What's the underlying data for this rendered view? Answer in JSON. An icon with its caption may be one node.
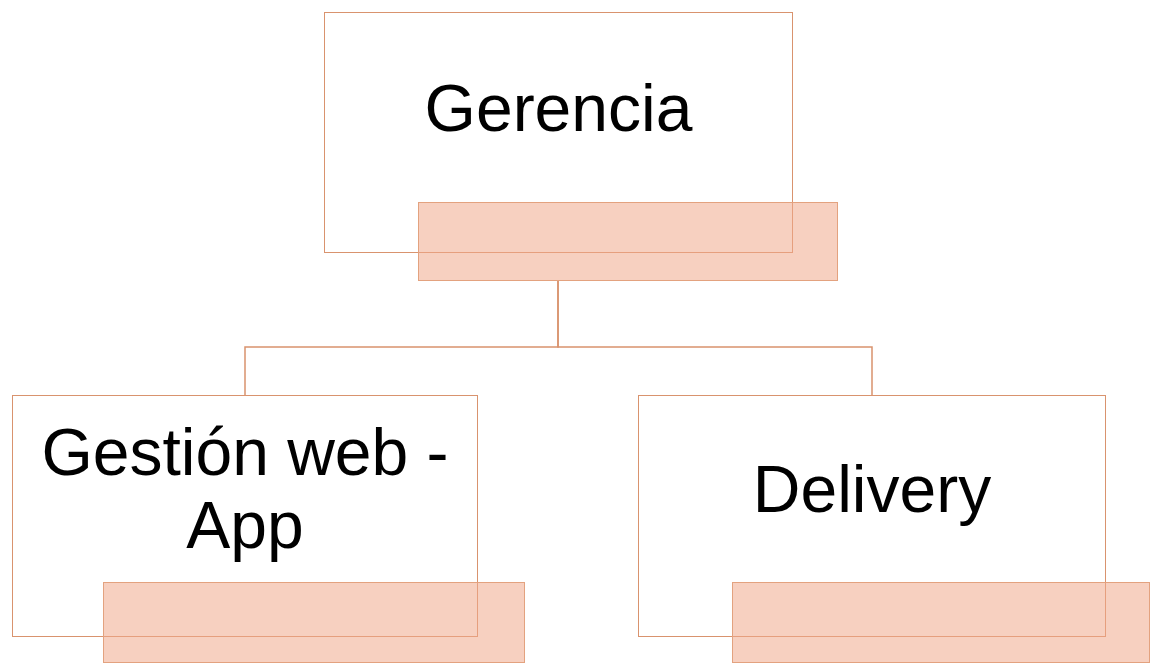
{
  "diagram": {
    "nodes": [
      {
        "text": [
          "Gerencia"
        ]
      },
      {
        "text": [],
        "shape": "box"
      },
      {
        "text": [
          "Gestión web - App"
        ]
      },
      {
        "text": [],
        "shape": "box"
      },
      {
        "text": [
          "Delivery"
        ]
      },
      {
        "text": [],
        "shape": "box"
      }
    ],
    "edges": [
      {
        "from": 1,
        "to": 2,
        "arrow": "none"
      },
      {
        "from": 1,
        "to": 4,
        "arrow": "none"
      }
    ]
  }
}
